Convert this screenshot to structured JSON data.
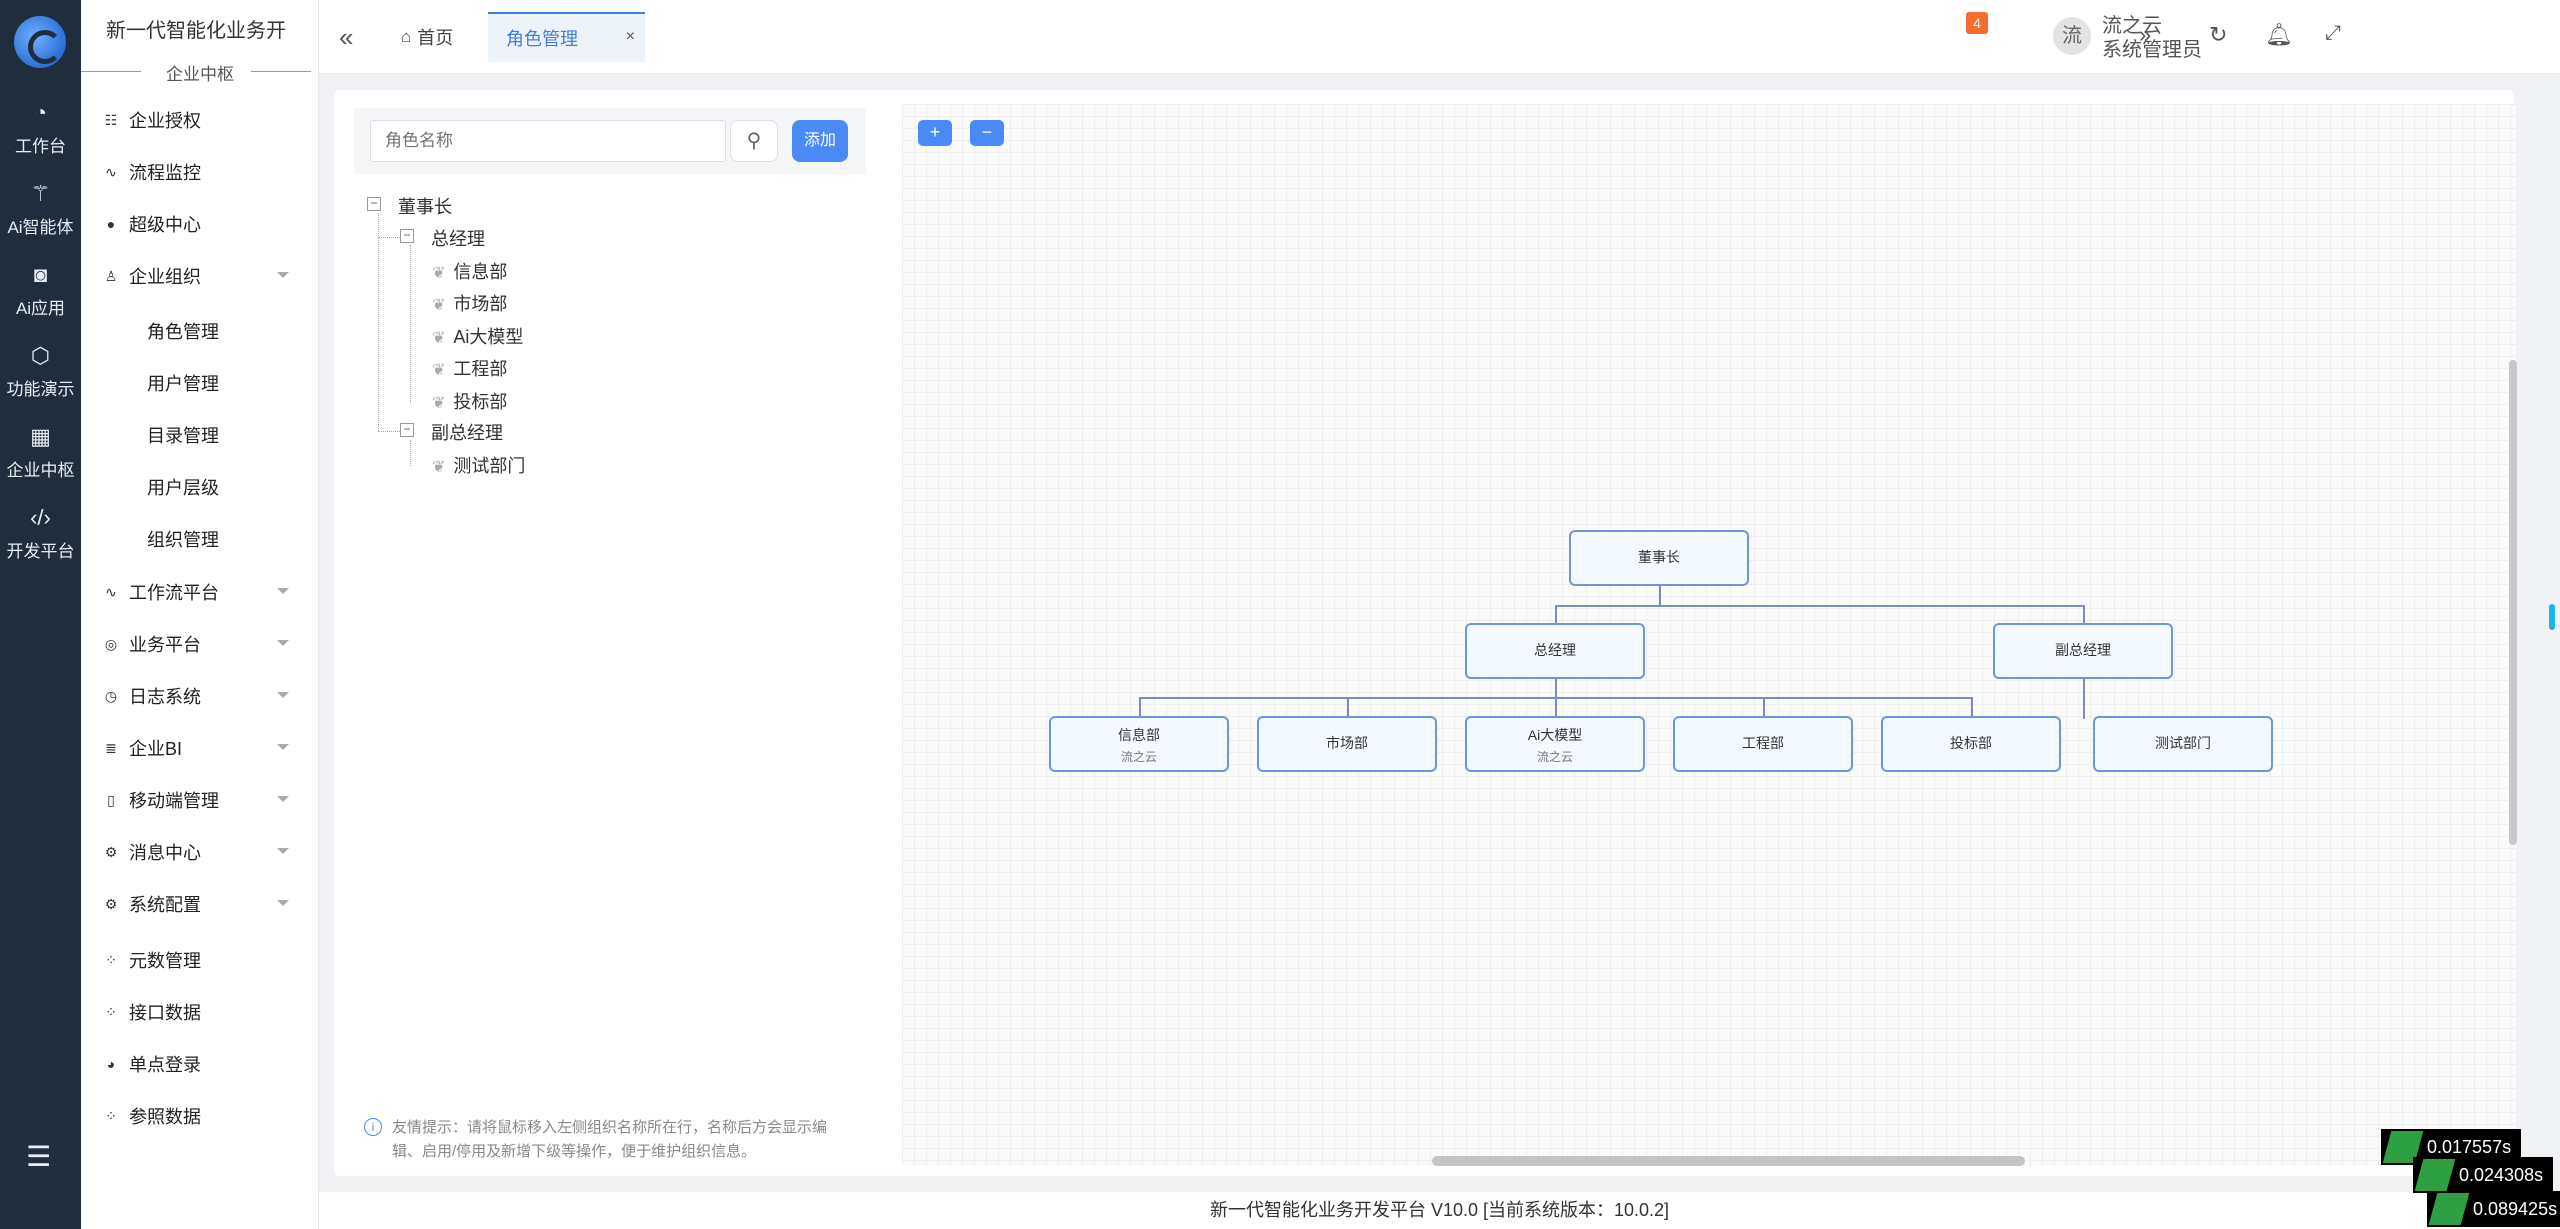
{
  "rail": {
    "items": [
      {
        "icon": "dashboard-icon",
        "label": "工作台"
      },
      {
        "icon": "ai-agent-icon",
        "label": "Ai智能体"
      },
      {
        "icon": "app-icon",
        "label": "Ai应用"
      },
      {
        "icon": "cube-icon",
        "label": "功能演示"
      },
      {
        "icon": "grid-icon",
        "label": "企业中枢"
      },
      {
        "icon": "code-icon",
        "label": "开发平台"
      }
    ]
  },
  "side": {
    "brand": "新一代智能化业务开",
    "section": "企业中枢",
    "items": [
      {
        "label": "企业授权",
        "icon": "sliders-icon"
      },
      {
        "label": "流程监控",
        "icon": "pulse-icon"
      },
      {
        "label": "超级中心",
        "icon": "flame-icon"
      },
      {
        "label": "企业组织",
        "icon": "user-icon"
      },
      {
        "label": "工作流平台",
        "icon": "pulse-icon"
      },
      {
        "label": "业务平台",
        "icon": "target-icon"
      },
      {
        "label": "日志系统",
        "icon": "clock-icon"
      },
      {
        "label": "企业BI",
        "icon": "list-icon"
      },
      {
        "label": "移动端管理",
        "icon": "phone-icon"
      },
      {
        "label": "消息中心",
        "icon": "gear-icon"
      },
      {
        "label": "系统配置",
        "icon": "gear-icon"
      },
      {
        "label": "元数管理",
        "icon": "spinner-icon"
      },
      {
        "label": "接口数据",
        "icon": "spinner-icon"
      },
      {
        "label": "单点登录",
        "icon": "swirl-icon"
      },
      {
        "label": "参照数据",
        "icon": "spinner-icon"
      }
    ],
    "subitems": [
      "角色管理",
      "用户管理",
      "目录管理",
      "用户层级",
      "组织管理"
    ]
  },
  "topbar": {
    "tabs": [
      "首页",
      "角色管理"
    ],
    "close": "×",
    "notification_count": "4",
    "avatar": "流",
    "user_name": "流之云",
    "user_role": "系统管理员"
  },
  "search": {
    "placeholder": "角色名称",
    "add_label": "添加"
  },
  "tree": {
    "root": "董事长",
    "gm": "总经理",
    "gm_children": [
      "信息部",
      "市场部",
      "Ai大模型",
      "工程部",
      "投标部"
    ],
    "dgm": "副总经理",
    "dgm_children": [
      "测试部门"
    ]
  },
  "tip": "友情提示：请将鼠标移入左侧组织名称所在行，名称后方会显示编辑、启用/停用及新增下级等操作，便于维护组织信息。",
  "diagram": {
    "zoom_in": "+",
    "zoom_out": "−",
    "nodes": {
      "root": {
        "label": "董事长"
      },
      "gm": {
        "label": "总经理"
      },
      "dgm": {
        "label": "副总经理"
      },
      "info": {
        "label": "信息部",
        "sub": "流之云"
      },
      "market": {
        "label": "市场部"
      },
      "ai": {
        "label": "Ai大模型",
        "sub": "流之云"
      },
      "eng": {
        "label": "工程部"
      },
      "bid": {
        "label": "投标部"
      },
      "test": {
        "label": "测试部门"
      }
    }
  },
  "footer": "新一代智能化业务开发平台 V10.0 [当前系统版本：10.0.2]",
  "timers": [
    "0.017557s",
    "0.024308s",
    "0.089425s"
  ]
}
